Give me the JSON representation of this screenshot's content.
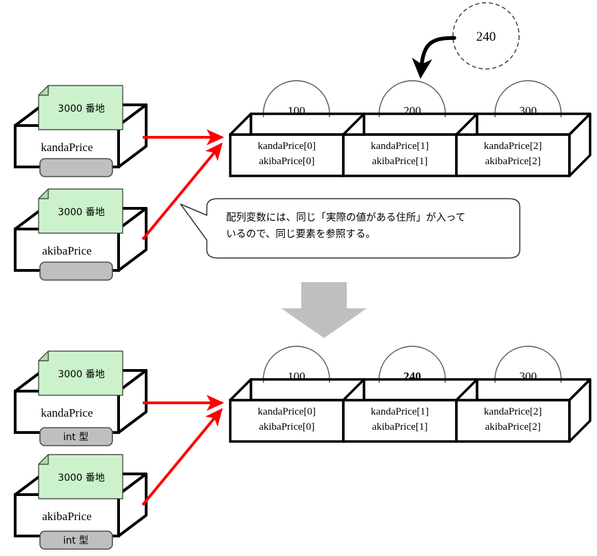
{
  "colors": {
    "note_fill": "#ccf2cc",
    "note_fold": "#b3ddb3",
    "badge_fill": "#bfbfbf",
    "badge_stroke": "#4d4d4d",
    "arrow_red": "#ff0000",
    "big_arrow_gray": "#bfbfbf",
    "outline": "#000000",
    "circle_stroke": "#555555",
    "box_fill": "#ffffff"
  },
  "top_section": {
    "variables": [
      {
        "note": "3000 番地",
        "name": "kandaPrice",
        "type_badge": ""
      },
      {
        "note": "3000 番地",
        "name": "akibaPrice",
        "type_badge": ""
      }
    ],
    "array": {
      "cells": [
        {
          "value": "100",
          "value_bold": false,
          "labels": [
            "kandaPrice[0]",
            "akibaPrice[0]"
          ]
        },
        {
          "value": "200",
          "value_bold": false,
          "labels": [
            "kandaPrice[1]",
            "akibaPrice[1]"
          ]
        },
        {
          "value": "300",
          "value_bold": false,
          "labels": [
            "kandaPrice[2]",
            "akibaPrice[2]"
          ]
        }
      ]
    },
    "incoming_value": {
      "label": "240",
      "style": "dashed-circle"
    },
    "callout": {
      "lines": [
        "配列変数には、同じ「実際の値がある住所」が入って",
        "いるので、同じ要素を参照する。"
      ]
    }
  },
  "transition": {
    "icon": "down-arrow"
  },
  "bottom_section": {
    "variables": [
      {
        "note": "3000 番地",
        "name": "kandaPrice",
        "type_badge": "int 型"
      },
      {
        "note": "3000 番地",
        "name": "akibaPrice",
        "type_badge": "int 型"
      }
    ],
    "array": {
      "cells": [
        {
          "value": "100",
          "value_bold": false,
          "labels": [
            "kandaPrice[0]",
            "akibaPrice[0]"
          ]
        },
        {
          "value": "240",
          "value_bold": true,
          "labels": [
            "kandaPrice[1]",
            "akibaPrice[1]"
          ]
        },
        {
          "value": "300",
          "value_bold": false,
          "labels": [
            "kandaPrice[2]",
            "akibaPrice[2]"
          ]
        }
      ]
    }
  }
}
